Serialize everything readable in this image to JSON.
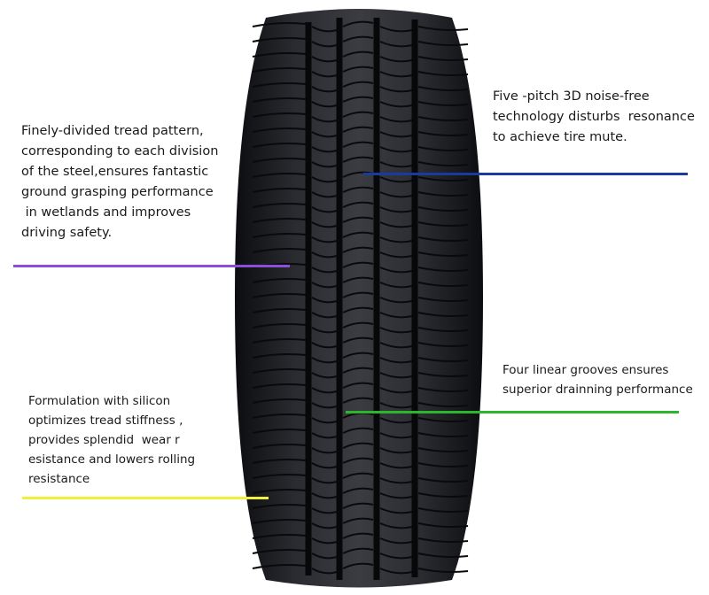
{
  "annotations": {
    "tread_pattern": {
      "text": "Finely-divided tread pattern,\ncorresponding to each division\nof the steel,ensures fantastic\nground grasping performance\n in wetlands and improves\ndriving safety.",
      "color": "#8a4fd8"
    },
    "noise": {
      "text": "Five -pitch 3D noise-free\ntechnology disturbs  resonance\nto achieve tire mute.",
      "color": "#1a3aa0"
    },
    "grooves": {
      "text": "Four linear grooves ensures\nsuperior drainning performance",
      "color": "#2db52d"
    },
    "silicon": {
      "text": "Formulation with silicon\noptimizes tread stiffness ,\nprovides splendid  wear r\nesistance and lowers rolling\nresistance",
      "color": "#f0f03a"
    }
  },
  "product": {
    "icon": "tire-tread-photo"
  }
}
